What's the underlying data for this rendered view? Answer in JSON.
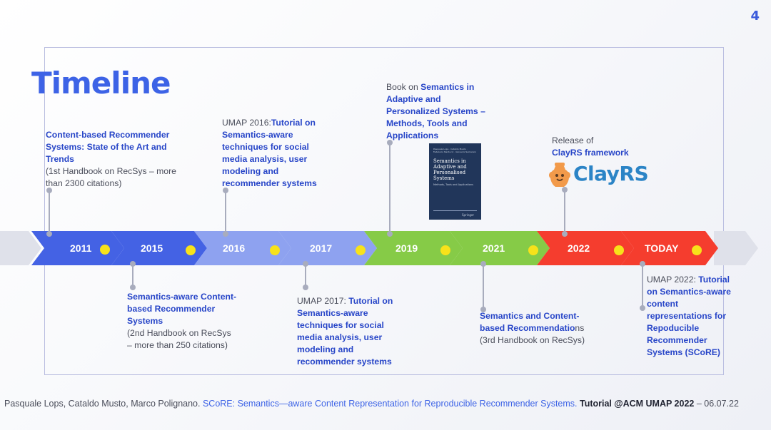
{
  "slide": {
    "page_number": "4",
    "title": "Timeline"
  },
  "timeline": {
    "milestones": [
      "2011",
      "2015",
      "2016",
      "2017",
      "2019",
      "2021",
      "2022",
      "TODAY"
    ],
    "colors": {
      "blue": "#4462e4",
      "light_blue": "#8ea2f0",
      "green": "#86cb47",
      "red": "#f53d2e",
      "dot_yellow": "#f7e21a"
    }
  },
  "notes": {
    "n2011": {
      "bold": "Content-based Recommender Systems: State of the Art and Trends",
      "regular": "(1st Handbook on RecSys – more than 2300 citations)"
    },
    "n2015": {
      "bold": "Semantics-aware Content-based Recommender Systems",
      "regular": "(2nd Handbook on RecSys – more than 250 citations)"
    },
    "n2016": {
      "prefix": "UMAP 2016:",
      "bold": "Tutorial on Semantics-aware techniques for social media analysis, user modeling and recommender systems"
    },
    "n2017": {
      "prefix": "UMAP 2017: ",
      "bold": "Tutorial on Semantics-aware techniques for social media analysis, user modeling and recommender systems"
    },
    "n2019": {
      "prefix": "Book on ",
      "bold": "Semantics in Adaptive and Personalized Systems – Methods, Tools and Applications"
    },
    "n2021": {
      "bold": "Semantics and Content-based Recommendatio",
      "tail": "ns",
      "regular": "(3rd Handbook on RecSys)"
    },
    "n2022": {
      "prefix": "Release of",
      "bold": "ClayRS framework"
    },
    "ntoday": {
      "prefix": "UMAP 2022: ",
      "bold": "Tutorial on Semantics-aware content representations for Repoducible Recommender Systems (SCoRE)"
    }
  },
  "book_cover": {
    "authors": "Pasquale Lops · Cataldo Musto · Fedelucio Narducci · Giovanni Semeraro",
    "title": "Semantics in Adaptive and Personalised Systems",
    "subtitle": "Methods, Tools and Applications",
    "publisher": "Springer"
  },
  "logo": {
    "name": "ClayRS",
    "icon": "clay-pot-icon",
    "colors": {
      "pot": "#f29a4a",
      "text": "#2b84c6"
    }
  },
  "footer": {
    "authors": "Pasquale Lops, Cataldo Musto, Marco Polignano.",
    "title": "SCoRE: Semantics—aware Content Representation for Reproducible Recommender Systems.",
    "venue": "Tutorial @ACM UMAP 2022",
    "date": "– 06.07.22"
  }
}
